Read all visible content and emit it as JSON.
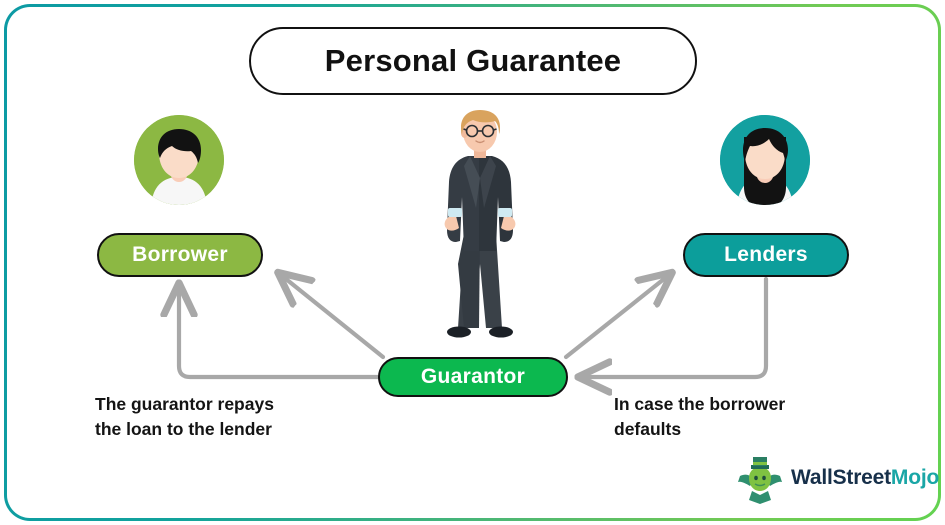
{
  "diagram": {
    "title": "Personal Guarantee",
    "frame_gradient_start": "#0c9aa4",
    "frame_gradient_end": "#63d251"
  },
  "nodes": {
    "borrower": {
      "label": "Borrower",
      "color": "#8cb843",
      "avatar_icon": "male-avatar-icon"
    },
    "lenders": {
      "label": "Lenders",
      "color": "#0c9e9b",
      "avatar_icon": "female-avatar-icon"
    },
    "guarantor": {
      "label": "Guarantor",
      "color": "#0cb84f",
      "figure_icon": "businessman-illustration"
    }
  },
  "captions": {
    "left_line1": "The guarantor repays",
    "left_line2": "the loan to the lender",
    "right_line1": "In case the borrower",
    "right_line2": "defaults"
  },
  "arrows": {
    "color": "#a8a8a8",
    "guarantor_to_borrower": "diagonal arrow from Guarantor up-left to Borrower",
    "guarantor_to_lenders": "diagonal arrow from Guarantor up-right to Lenders",
    "guarantor_to_borrower_elbow": "elbow path from Guarantor left then up into Borrower",
    "lenders_to_guarantor_elbow": "elbow path from Lenders down then left into Guarantor"
  },
  "logo": {
    "text_primary": "WallStreet",
    "text_accent": "Mojo",
    "primary_color": "#17304a",
    "accent_color": "#1aa6a6",
    "mascot_icon": "bull-tophat-mascot-icon"
  }
}
